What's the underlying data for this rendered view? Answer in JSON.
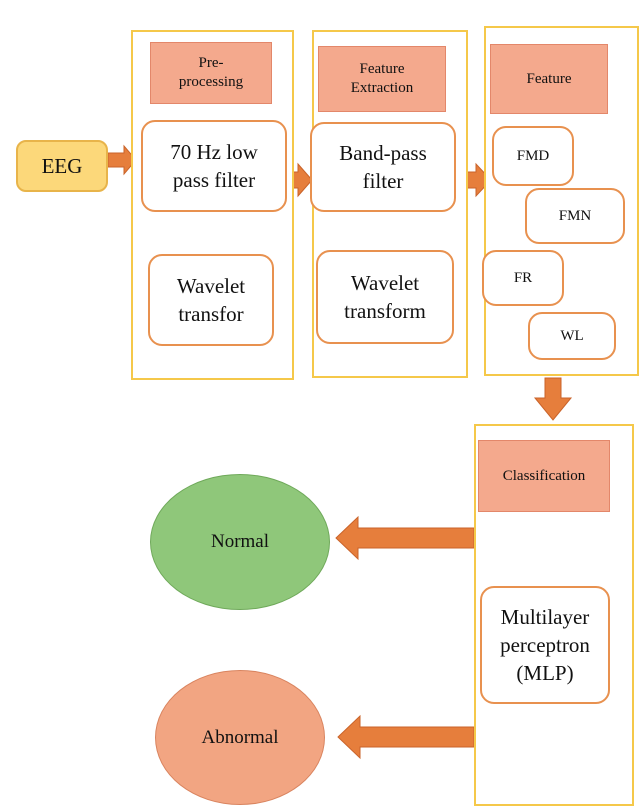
{
  "input": {
    "label": "EEG"
  },
  "preprocessing": {
    "header": "Pre-\nprocessing",
    "lowpass": "70 Hz low\npass filter",
    "wavelet": "Wavelet\ntransfor"
  },
  "feature_extraction": {
    "header": "Feature\nExtraction",
    "bandpass": "Band-pass\nfilter",
    "wavelet": "Wavelet\ntransform"
  },
  "feature": {
    "header": "Feature",
    "items": [
      "FMD",
      "FMN",
      "FR",
      "WL"
    ]
  },
  "classification": {
    "header": "Classification",
    "mlp": "Multilayer\nperceptron\n(MLP)"
  },
  "outputs": {
    "normal": "Normal",
    "abnormal": "Abnormal"
  },
  "colors": {
    "panel_border": "#f5c84a",
    "header_fill": "#f4a98d",
    "node_border": "#e8914f",
    "arrow": "#e67e3c",
    "eeg_fill": "#fcd87a",
    "normal_fill": "#8fc77a",
    "abnormal_fill": "#f2a582"
  }
}
